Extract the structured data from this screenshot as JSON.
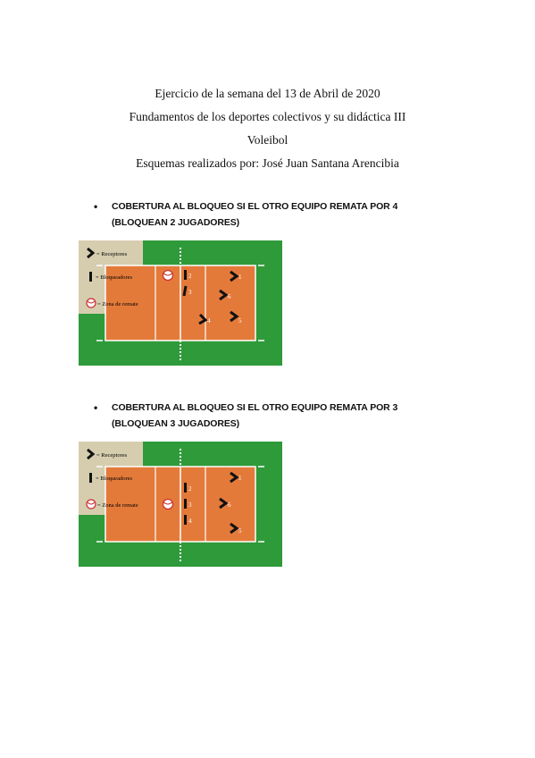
{
  "header": {
    "line1": "Ejercicio de la semana del 13 de Abril de 2020",
    "line2": "Fundamentos de los deportes colectivos y su didáctica III",
    "line3": "Voleibol",
    "line4": "Esquemas realizados por: José Juan Santana Arencibia"
  },
  "legend": {
    "receptores": "= Receptores",
    "bloqueadores": "= Bloqueadores",
    "zona": "= Zona de remate"
  },
  "colors": {
    "grass": "#2f9a3a",
    "court": "#e47a3a",
    "legend_bg": "#f3d6c4",
    "lines": "#ffffff",
    "marks": "#111111"
  },
  "sections": [
    {
      "bullet": "•",
      "line1": "COBERTURA AL BLOQUEO SI EL OTRO EQUIPO REMATA POR 4",
      "line2": "(BLOQUEAN 2 JUGADORES)",
      "players": [
        {
          "label": "2",
          "role": "blocker"
        },
        {
          "label": "3",
          "role": "blocker"
        },
        {
          "label": "1",
          "role": "receiver"
        },
        {
          "label": "6",
          "role": "receiver"
        },
        {
          "label": "5",
          "role": "receiver"
        },
        {
          "label": "4",
          "role": "receiver"
        }
      ]
    },
    {
      "bullet": "•",
      "line1": "COBERTURA AL BLOQUEO SI EL OTRO EQUIPO REMATA POR 3",
      "line2": "(BLOQUEAN 3 JUGADORES)",
      "players": [
        {
          "label": "2",
          "role": "blocker"
        },
        {
          "label": "3",
          "role": "blocker"
        },
        {
          "label": "4",
          "role": "blocker"
        },
        {
          "label": "1",
          "role": "receiver"
        },
        {
          "label": "6",
          "role": "receiver"
        },
        {
          "label": "5",
          "role": "receiver"
        }
      ]
    }
  ]
}
